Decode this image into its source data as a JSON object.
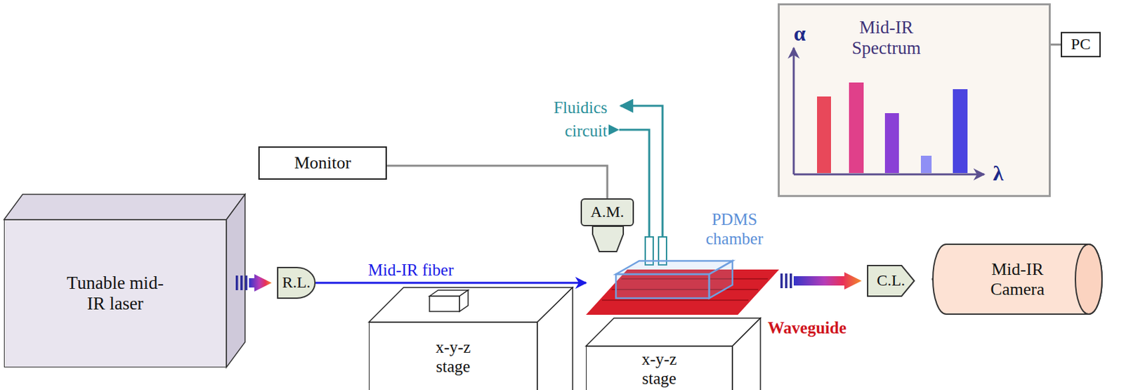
{
  "diagram": {
    "nodes": [
      {
        "text": [
          "Mid-IR Spectrum"
        ]
      },
      {
        "text": [
          "PC"
        ]
      },
      {
        "text": [
          "Monitor"
        ]
      },
      {
        "text": [
          "A.M."
        ]
      },
      {
        "text": [
          "PDMS chamber"
        ]
      },
      {
        "text": [
          "Tunable mid-IR laser"
        ]
      },
      {
        "text": [
          "R.L."
        ]
      },
      {
        "text": [
          "x-y-z stage"
        ]
      },
      {
        "text": [
          "Waveguide"
        ]
      },
      {
        "text": [
          "x-y-z stage"
        ]
      },
      {
        "text": [
          "C.L."
        ]
      },
      {
        "text": [
          "Mid-IR Camera"
        ]
      }
    ],
    "edges": [
      {
        "from": 5,
        "to": 6,
        "arrow": "to"
      },
      {
        "from": 6,
        "to": 8,
        "label": "Mid-IR fiber",
        "arrow": "to"
      },
      {
        "from": 8,
        "to": 10,
        "arrow": "to"
      },
      {
        "from": 2,
        "to": 3,
        "arrow": "none"
      },
      {
        "from": 0,
        "to": 1,
        "arrow": "none"
      },
      {
        "from": 1,
        "to": 11,
        "arrow": "none"
      }
    ],
    "labels": [
      "Fluidics circuit",
      "α",
      "λ"
    ]
  }
}
